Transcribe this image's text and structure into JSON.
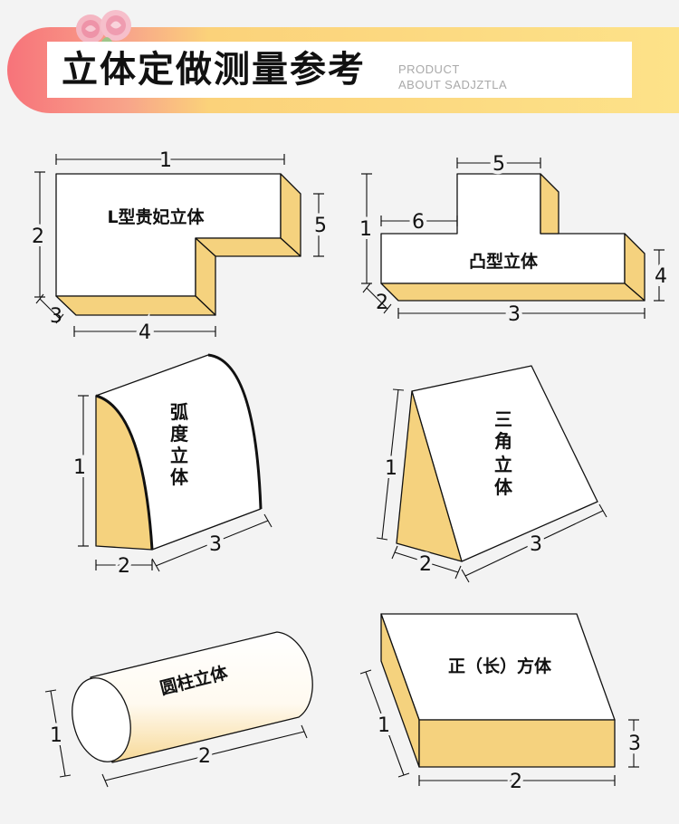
{
  "banner": {
    "title": "立体定做测量参考",
    "subtitle_line1": "PRODUCT",
    "subtitle_line2": "ABOUT SADJZTLA"
  },
  "colors": {
    "foam": "#f5d27e",
    "line": "#111111",
    "banner_pink": "#f7737a",
    "banner_yellow": "#fde289"
  },
  "shapes": {
    "l_shape": {
      "name": "L型贵妃立体",
      "dim1": "1",
      "dim2": "2",
      "dim3": "3",
      "dim4": "4",
      "dim5": "5"
    },
    "convex": {
      "name": "凸型立体",
      "dim1": "1",
      "dim2": "2",
      "dim3": "3",
      "dim4": "4",
      "dim5": "5",
      "dim6": "6"
    },
    "arc": {
      "name_chars": [
        "弧",
        "度",
        "立",
        "体"
      ],
      "dim1": "1",
      "dim2": "2",
      "dim3": "3"
    },
    "triangle": {
      "name_chars": [
        "三",
        "角",
        "立",
        "体"
      ],
      "dim1": "1",
      "dim2": "2",
      "dim3": "3"
    },
    "cylinder": {
      "name": "圆柱立体",
      "dim1": "1",
      "dim2": "2"
    },
    "cuboid": {
      "name": "正（长）方体",
      "dim1": "1",
      "dim2": "2",
      "dim3": "3"
    }
  }
}
